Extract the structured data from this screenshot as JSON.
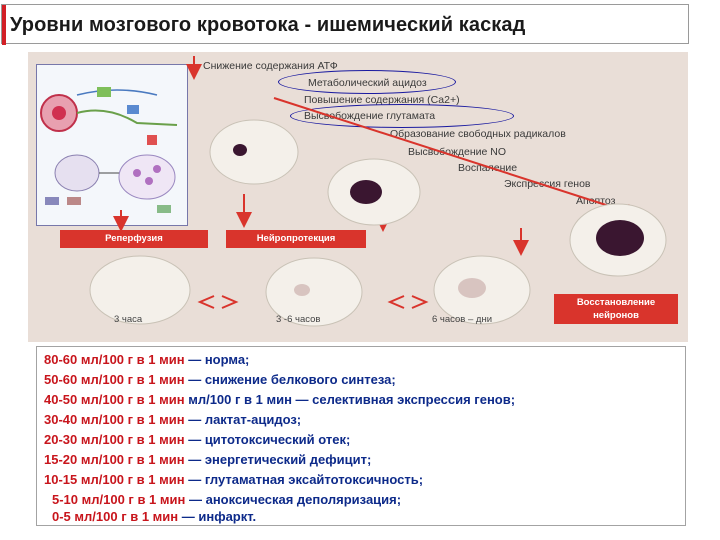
{
  "title": "Уровни мозгового кровотока - ишемический каскад",
  "cascade": [
    "Снижение содержания АТФ",
    "Метаболический ацидоз",
    "Повышение содержания (Са2+)",
    "Высвобождение глутамата",
    "Образование свободных радикалов",
    "Высвобождение NO",
    "Воспаление",
    "Экспрессия генов",
    "Апоптоз"
  ],
  "banners": {
    "reperfusion": "Реперфузия",
    "neuroprotection": "Нейропротекция",
    "restoration_line1": "Восстановление",
    "restoration_line2": "нейронов"
  },
  "time_labels": [
    "3 часа",
    "3 -6 часов",
    "6 часов – дни"
  ],
  "flow_levels": [
    {
      "flow": "80-60 мл/100 г в 1 мин",
      "desc": " — норма;"
    },
    {
      "flow": "50-60 мл/100 г в 1 мин",
      "desc": " — снижение белкового синтеза;"
    },
    {
      "flow": "40-50 мл/100 г в 1 мин",
      "desc": " мл/100 г в 1 мин — селективная экспрессия генов;"
    },
    {
      "flow": "30-40 мл/100 г в 1 мин",
      "desc": " — лактат-ацидоз;"
    },
    {
      "flow": "20-30 мл/100 г в 1 мин",
      "desc": " — цитотоксический отек;"
    },
    {
      "flow": "15-20 мл/100 г в 1 мин",
      "desc": " — энергетический дефицит;"
    },
    {
      "flow": "10-15 мл/100 г в 1 мин",
      "desc": " — глутаматная эксайтотоксичность;"
    },
    {
      "flow": "5-10 мл/100 г в 1 мин",
      "desc": " — аноксическая деполяризация;"
    },
    {
      "flow": "0-5 мл/100 г в 1 мин",
      "desc": " — инфаркт."
    }
  ],
  "colors": {
    "flow_red": "#c8151c",
    "desc_blue": "#0d2a8a",
    "banner_red": "#d9342c",
    "lesion": "#3a1630"
  }
}
